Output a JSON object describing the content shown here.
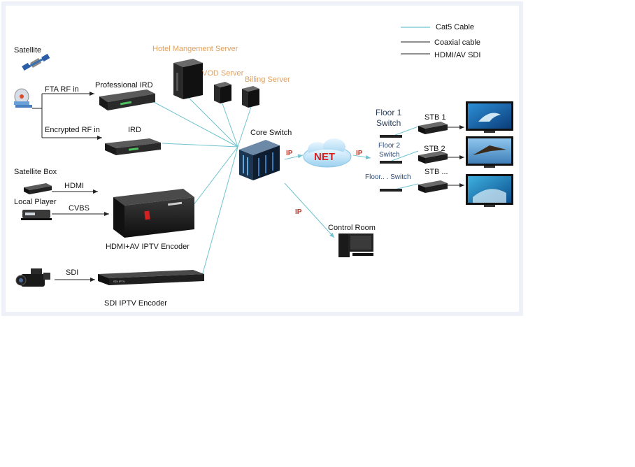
{
  "legend": {
    "cat5": "Cat5 Cable",
    "coax": "Coaxial cable",
    "hdmi": "HDMI/AV SDI"
  },
  "colors": {
    "cat5": "#6fc3cf",
    "coax": "#222222",
    "ip": "#c0392b",
    "server_label": "#e0a060",
    "background": "#eef2f8"
  },
  "sources": {
    "satellite": "Satellite",
    "fta_rf": "FTA RF in",
    "encrypted_rf": "Encrypted RF in",
    "satellite_box": "Satellite Box",
    "hdmi": "HDMI",
    "local_player": "Local Player",
    "cvbs": "CVBS",
    "sdi": "SDI"
  },
  "devices": {
    "professional_ird": "Professional IRD",
    "ird": "IRD",
    "hdmi_av_encoder": "HDMI+AV IPTV Encoder",
    "sdi_encoder": "SDI IPTV Encoder",
    "encoder_badge": "SDI IPTV",
    "core_switch": "Core Switch",
    "control_room": "Control Room"
  },
  "servers": {
    "hotel": "Hotel Mangement Server",
    "vod": "VOD Server",
    "billing": "Billing Server"
  },
  "network": {
    "net": "NET",
    "ip": "IP"
  },
  "floors": {
    "floor1_line1": "Floor 1",
    "floor1_line2": "Switch",
    "floor2_line1": "Floor 2",
    "floor2_line2": "Switch",
    "floorn": "Floor.. . Switch"
  },
  "stbs": {
    "stb1": "STB 1",
    "stb2": "STB 2",
    "stbn": "STB ..."
  }
}
